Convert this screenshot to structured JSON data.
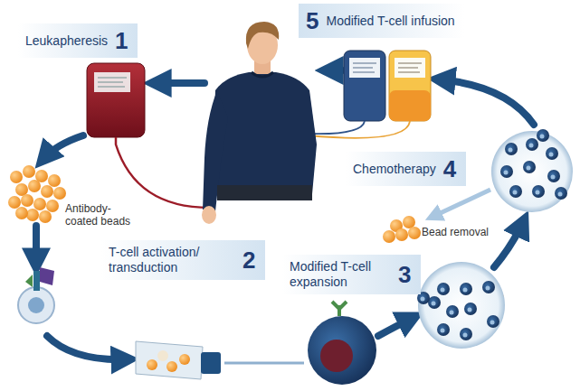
{
  "diagram": {
    "nodes": [
      {
        "text": [
          "Leukapheresis",
          "1"
        ]
      },
      {
        "text": [
          "T-cell activation/ transduction",
          "2"
        ]
      },
      {
        "text": [
          "Modified T-cell expansion",
          "3"
        ]
      },
      {
        "text": [
          "Chemotherapy",
          "4"
        ]
      },
      {
        "text": [
          "5",
          "Modified T-cell infusion"
        ]
      }
    ],
    "labels": [
      "Antibody- coated beads",
      "Bead removal"
    ]
  }
}
